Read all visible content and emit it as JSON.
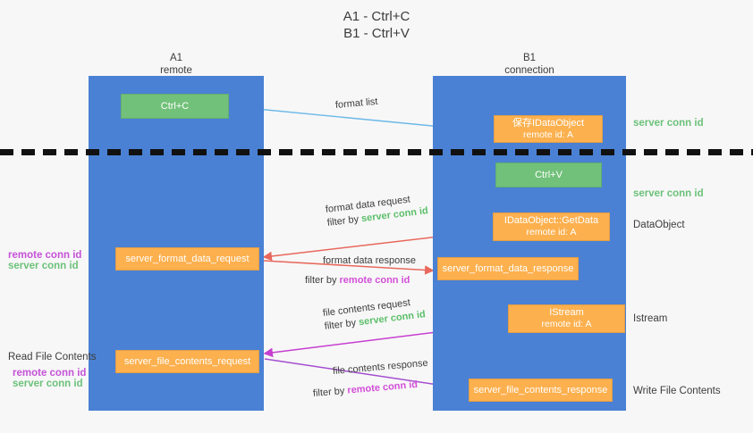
{
  "title": {
    "line1": "A1 - Ctrl+C",
    "line2": "B1 - Ctrl+V"
  },
  "lanes": [
    {
      "name": "A1",
      "sub": "remote",
      "color": "#4a81d4"
    },
    {
      "name": "B1",
      "sub": "connection",
      "color": "#4a81d4"
    }
  ],
  "colors": {
    "lane": "#4a81d4",
    "green_box": "#72c17a",
    "orange_box": "#fcb04e",
    "server_conn": "#6cc17a",
    "remote_conn": "#c552d8",
    "arrow_blue": "#6bb8e8",
    "arrow_red": "#e8685c",
    "arrow_magenta": "#c63fd0",
    "arrow_purple": "#a44ed0",
    "arrow_black": "#1a1a1a"
  },
  "boxes": {
    "ctrl_c": {
      "l1": "Ctrl+C",
      "l2": ""
    },
    "idataobject": {
      "l1": "保存IDataObject",
      "l2": "remote id: A"
    },
    "ctrl_v": {
      "l1": "Ctrl+V",
      "l2": ""
    },
    "getdata": {
      "l1": "IDataObject::GetData",
      "l2": "remote id: A"
    },
    "istream": {
      "l1": "IStream",
      "l2": "remote id: A"
    },
    "format_data_request": {
      "l1": "server_format_data_request",
      "l2": ""
    },
    "format_data_response": {
      "l1": "server_format_data_response",
      "l2": ""
    },
    "file_contents_request": {
      "l1": "server_file_contents_request",
      "l2": ""
    },
    "file_contents_response": {
      "l1": "server_file_contents_response",
      "l2": ""
    }
  },
  "right_labels": {
    "server_conn_top": "server conn id",
    "server_conn_mid": "server conn id",
    "dataobject": "DataObject",
    "istream": "Istream",
    "write_file_contents": "Write File Contents"
  },
  "left_labels": {
    "remote_conn_1": "remote conn id",
    "server_conn_1": "server conn id",
    "read_file_contents": "Read File Contents",
    "remote_conn_2": "remote conn id",
    "server_conn_2": "server conn id"
  },
  "annotations": {
    "format_list": "format list",
    "fdr_line1": "format data request",
    "fdr_filter_prefix": "filter by ",
    "fdr_filter_value": "server conn id",
    "fdresp_line1": "format data response",
    "fdresp_filter_prefix": "filter by ",
    "fdresp_filter_value": "remote conn id",
    "fcr_line1": "file contents request",
    "fcr_filter_prefix": "filter by ",
    "fcr_filter_value": "server conn id",
    "fcresp_line1": "file contents response",
    "fcresp_filter_prefix": "filter by ",
    "fcresp_filter_value": "remote conn id"
  }
}
